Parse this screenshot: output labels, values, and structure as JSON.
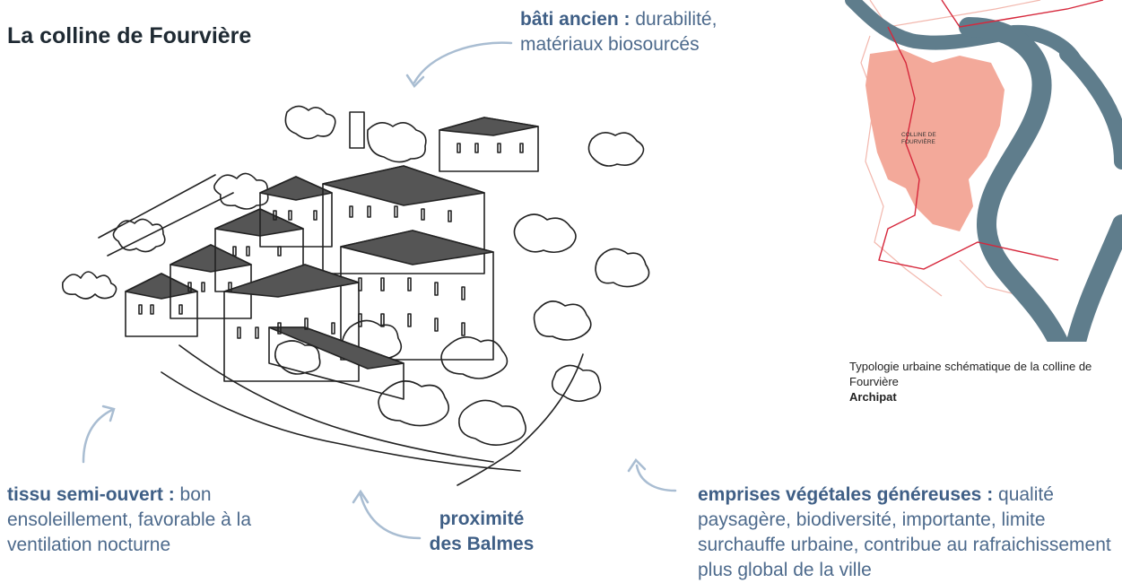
{
  "title": "La colline de Fourvière",
  "annotations": {
    "bati": {
      "bold": "bâti ancien :",
      "text": " durabilité, matériaux biosourcés"
    },
    "tissu": {
      "bold": " tissu semi-ouvert :",
      "text": " bon ensoleillement, favorable à la ventilation nocturne"
    },
    "balmes": {
      "line1": "proximité",
      "line2": "des Balmes"
    },
    "emprises": {
      "bold": "emprises végétales généreuses :",
      "text": " qualité paysagère, biodiversité, importante, limite surchauffe urbaine, contribue au rafraichissement plus global de la ville"
    }
  },
  "map": {
    "zone_label_1": "COLLINE DE",
    "zone_label_2": "FOURVIÈRE"
  },
  "caption": {
    "text": "Typologie urbaine schématique de la colline de Fourvière",
    "source": "Archipat"
  },
  "colors": {
    "river": "#5f7d8c",
    "zone": "#f3a99a",
    "boundary": "#d6283c",
    "accent_text": "#3f5f86",
    "arrow": "#a9bdd2"
  }
}
